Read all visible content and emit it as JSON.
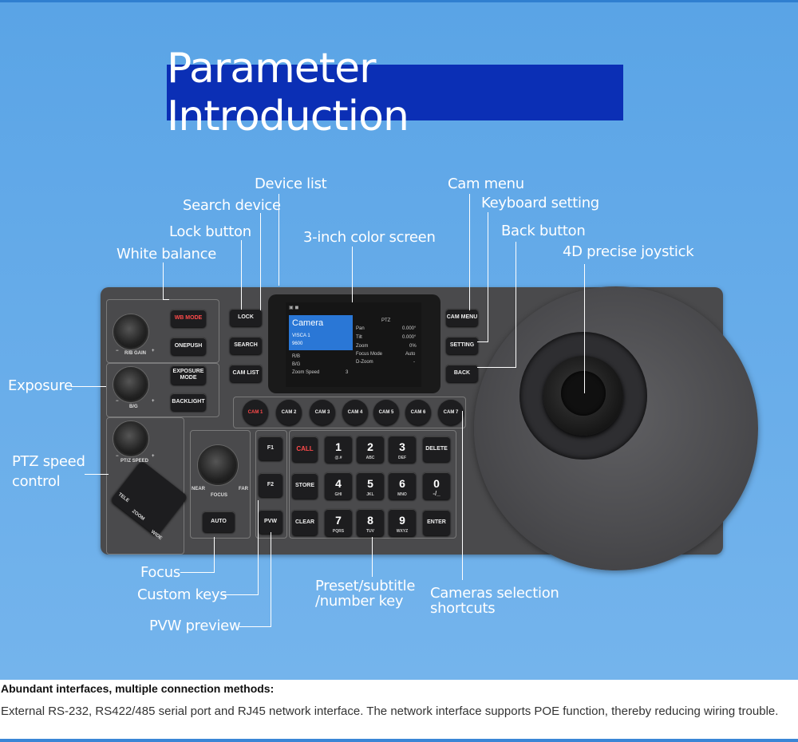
{
  "title": "Parameter Introduction",
  "callouts": {
    "device_list": "Device list",
    "search_device": "Search device",
    "lock_button": "Lock button",
    "white_balance": "White balance",
    "color_screen": "3-inch color screen",
    "cam_menu": "Cam menu",
    "keyboard_setting": "Keyboard setting",
    "back_button": "Back button",
    "joystick": "4D precise joystick",
    "exposure": "Exposure",
    "ptz_speed_1": "PTZ speed",
    "ptz_speed_2": "control",
    "focus": "Focus",
    "custom_keys": "Custom keys",
    "pvw_preview": "PVW preview",
    "preset_1": "Preset/subtitle",
    "preset_2": "/number key",
    "cameras_1": "Cameras selection",
    "cameras_2": "shortcuts"
  },
  "panel": {
    "knob_labels": {
      "rb_gain": "R/B GAIN",
      "bg": "B/G",
      "ptz_speed": "PT/Z SPEED",
      "minus": "−",
      "plus": "+",
      "near": "NEAR",
      "far": "FAR",
      "focus": "FOCUS",
      "tele": "TELE",
      "zoom": "ZOOM",
      "wide": "WIDE"
    },
    "buttons": {
      "wb_mode": "WB MODE",
      "onepush": "ONEPUSH",
      "exposure_mode": "EXPOSURE MODE",
      "backlight": "BACKLIGHT",
      "lock": "LOCK",
      "search": "SEARCH",
      "cam_list": "CAM LIST",
      "cam_menu": "CAM MENU",
      "setting": "SETTING",
      "back": "BACK",
      "auto": "AUTO",
      "f1": "F1",
      "f2": "F2",
      "pvw": "PVW",
      "call": "CALL",
      "store": "STORE",
      "clear": "CLEAR",
      "delete": "DELETE",
      "enter": "ENTER"
    },
    "cams": [
      "CAM 1",
      "CAM 2",
      "CAM 3",
      "CAM 4",
      "CAM 5",
      "CAM 6",
      "CAM 7"
    ],
    "keys": [
      {
        "n": "1",
        "s": "@.#"
      },
      {
        "n": "2",
        "s": "ABC"
      },
      {
        "n": "3",
        "s": "DEF"
      },
      {
        "n": "4",
        "s": "GHI"
      },
      {
        "n": "5",
        "s": "JKL"
      },
      {
        "n": "6",
        "s": "MNO"
      },
      {
        "n": "0",
        "s": "-/_"
      },
      {
        "n": "7",
        "s": "PQRS"
      },
      {
        "n": "8",
        "s": "TUV"
      },
      {
        "n": "9",
        "s": "WXYZ"
      }
    ],
    "screen": {
      "header": "PTZ",
      "camera": "Camera",
      "visca": "VISCA 1",
      "baud": "9600",
      "rb": "R/B",
      "bg": "B/G",
      "zoom_speed": "Zoom Speed",
      "zoom_speed_val": "3",
      "pan": "Pan",
      "pan_val": "0.000°",
      "tilt": "Tilt",
      "tilt_val": "0.000°",
      "zoom": "Zoom",
      "zoom_val": "0%",
      "focus_mode": "Focus Mode",
      "focus_mode_val": "Auto",
      "dzoom": "D-Zoom",
      "dzoom_val": "-"
    }
  },
  "description": {
    "title": "Abundant interfaces, multiple connection methods:",
    "body": "External RS-232, RS422/485 serial port and RJ45 network interface. The network interface supports POE function, thereby reducing wiring trouble."
  }
}
